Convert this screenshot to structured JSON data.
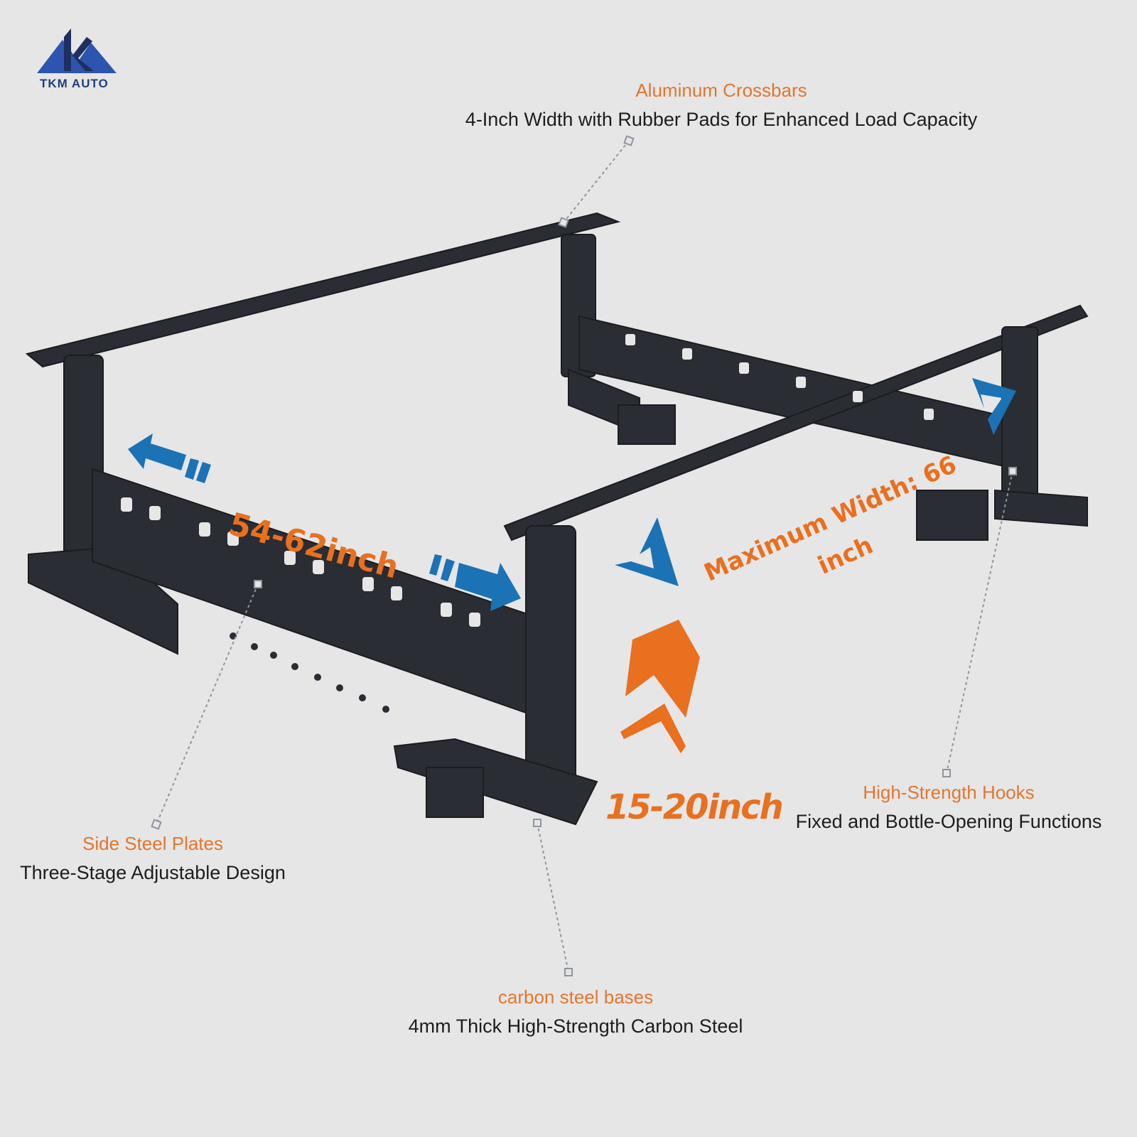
{
  "brand": {
    "name": "TKM AUTO",
    "colors": {
      "logo_blue": "#2d55b0",
      "logo_dark": "#1f2f5e"
    }
  },
  "colors": {
    "accent_orange": "#e8701f",
    "arrow_blue": "#1b72b5",
    "background": "#e6e6e6",
    "rack": "#2a2d33"
  },
  "callouts": {
    "crossbars": {
      "title": "Aluminum Crossbars",
      "desc": "4-Inch Width with Rubber Pads for Enhanced Load Capacity"
    },
    "hooks": {
      "title": "High-Strength Hooks",
      "desc": "Fixed and Bottle-Opening Functions"
    },
    "plates": {
      "title": "Side Steel Plates",
      "desc": "Three-Stage Adjustable Design"
    },
    "bases": {
      "title": "carbon steel bases",
      "desc": "4mm Thick High-Strength Carbon Steel"
    }
  },
  "dimensions": {
    "length": "54-62inch",
    "max_width_line1": "Maximum Width: 66",
    "max_width_line2": "inch",
    "height": "15-20inch"
  }
}
